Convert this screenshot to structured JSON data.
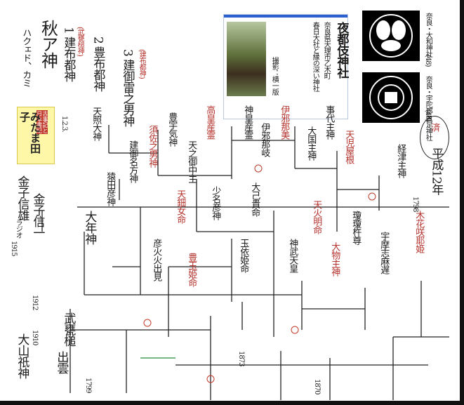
{
  "top_header": {
    "label_kami": "ハクェド、カミ",
    "title_god": "秋ア神",
    "item1": "1 建布都神",
    "item1_note": "(武甕槌神)",
    "item2": "2 豊布都神",
    "item3": "3 建御雷之男神",
    "item3_note": "(建布都神)"
  },
  "badge": {
    "ribbon": "古事記と日本書紀",
    "title": "みたま田子",
    "sub": "1.2.3."
  },
  "photo_card": {
    "title": "夜都伎神社",
    "sub": "奈良県天理市乙木町",
    "caption": "春日大社と縁の深い神社",
    "credit": "撮影：横一版"
  },
  "crests": {
    "crest1_label": "奈良・大和神社",
    "crest2_label": "奈良・宇陀郡 具足神社",
    "crest1_num": "(48)",
    "crest2_num": "(48)"
  },
  "date_label": "平成12年",
  "oval_label": "済",
  "left_column": {
    "name1": "金子信雄",
    "name2": "金子信一",
    "note1": "ラジオ",
    "year1": "1915",
    "year2": "1912",
    "year3": "1910",
    "name3": "大山祇神",
    "name4": "大年神",
    "name5": "武甕槌",
    "name6": "出雲"
  },
  "nodes": {
    "n_a": "天照大神",
    "n_b": "建御名方神",
    "n_c": "須佐之男神",
    "n_d": "豊宇気神",
    "n_e": "天之御中主",
    "n_f": "高皇産霊",
    "n_g": "神皇産霊",
    "n_h": "伊邪那岐",
    "n_i": "伊邪那美",
    "n_j": "大国主神",
    "n_k": "事代主神",
    "n_l": "天児屋根",
    "n_m": "経津主神",
    "n_n": "猿田彦神",
    "n_o": "天鈿女命",
    "n_p": "少名彦神",
    "n_q": "大己貴命",
    "n_r": "天火明命",
    "n_s": "瓊瓊杵尊",
    "n_t": "木花咲耶姫",
    "n_u": "彦火火出見",
    "n_v": "豊玉姫命",
    "n_w": "玉依姫命",
    "n_x": "神武天皇",
    "n_y": "大物主神",
    "n_z": "宇摩志麻遅"
  },
  "year_marks": {
    "y1": "1798",
    "y2": "1873",
    "y3": "1799",
    "y4": "1870"
  }
}
